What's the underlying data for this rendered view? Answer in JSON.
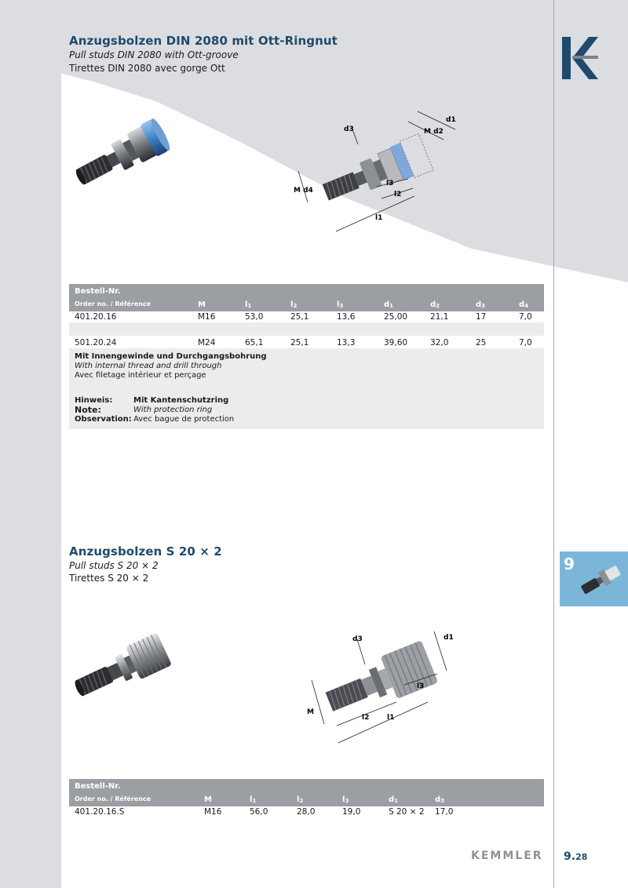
{
  "section1": {
    "title": "Anzugsbolzen DIN 2080 mit Ott-Ringnut",
    "subtitle_en": "Pull studs DIN 2080 with Ott-groove",
    "subtitle_fr": "Tirettes DIN 2080 avec gorge Ott",
    "table": {
      "header_top": "Bestell-Nr.",
      "header_sub": "Order no. / Référence",
      "columns": [
        "M",
        "l1",
        "l2",
        "l3",
        "d1",
        "d2",
        "d3",
        "d4"
      ],
      "rows": [
        [
          "401.20.16",
          "M16",
          "53,0",
          "25,1",
          "13,6",
          "25,00",
          "21,1",
          "17",
          "7,0"
        ],
        [
          "501.20.24",
          "M24",
          "65,1",
          "25,1",
          "13,3",
          "39,60",
          "32,0",
          "25",
          "7,0"
        ]
      ]
    },
    "note_de": "Mit Innengewinde und Durchgangsbohrung",
    "note_en": "With internal thread and drill through",
    "note_fr": "Avec filetage intérieur et perçage",
    "hint_label_de": "Hinweis:",
    "hint_label_en": "Note:",
    "hint_label_fr": "Observation:",
    "hint_de": "Mit Kantenschutzring",
    "hint_en": "With protection ring",
    "hint_fr": "Avec bague de protection"
  },
  "section2": {
    "title": "Anzugsbolzen S 20 × 2",
    "subtitle_en": "Pull studs S 20 × 2",
    "subtitle_fr": "Tirettes S 20 × 2",
    "table": {
      "header_top": "Bestell-Nr.",
      "header_sub": "Order no. / Référence",
      "columns": [
        "M",
        "l1",
        "l2",
        "l3",
        "d1",
        "d3"
      ],
      "rows": [
        [
          "401.20.16.S",
          "M16",
          "56,0",
          "28,0",
          "19,0",
          "S 20 × 2",
          "17,0"
        ]
      ]
    }
  },
  "drawing_labels": {
    "d1": "d1",
    "d2": "d2",
    "d3": "d3",
    "d4": "d4",
    "M": "M",
    "l1": "l1",
    "l2": "l2",
    "l3": "l3"
  },
  "side_tab": {
    "number": "9"
  },
  "footer": {
    "brand": "KEMMLER",
    "page_major": "9.",
    "page_minor": "28"
  },
  "colors": {
    "accent": "#1f4a6e",
    "tab": "#7bb6d8",
    "table_header": "#9b9ea3",
    "ring": "#3f7fc4"
  }
}
